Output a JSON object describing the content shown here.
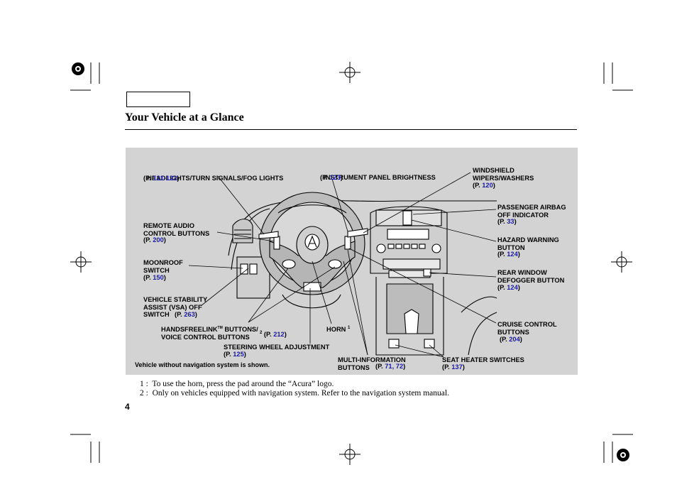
{
  "page": {
    "title": "Your Vehicle at a Glance",
    "page_number": "4"
  },
  "diagram": {
    "caption": "Vehicle without navigation system is shown.",
    "labels": {
      "headlights": {
        "text": "HEADLIGHTS/TURN SIGNALS/FOG LIGHTS",
        "page": "121-122"
      },
      "instrument_brightness": {
        "text": "INSTRUMENT PANEL BRIGHTNESS",
        "page": "123"
      },
      "windshield": {
        "line1": "WINDSHIELD",
        "line2": "WIPERS/WASHERS",
        "page": "120"
      },
      "passenger_airbag": {
        "line1": "PASSENGER AIRBAG",
        "line2": "OFF INDICATOR",
        "page": "33"
      },
      "remote_audio": {
        "line1": "REMOTE AUDIO",
        "line2": "CONTROL BUTTONS",
        "page": "200"
      },
      "hazard": {
        "line1": "HAZARD WARNING",
        "line2": "BUTTON",
        "page": "124"
      },
      "moonroof": {
        "line1": "MOONROOF",
        "line2": "SWITCH",
        "page": "150"
      },
      "rear_defogger": {
        "line1": "REAR WINDOW",
        "line2": "DEFOGGER BUTTON",
        "page": "124"
      },
      "vsa": {
        "line1": "VEHICLE STABILITY",
        "line2": "ASSIST (VSA) OFF",
        "line3": "SWITCH",
        "page": "263"
      },
      "handsfreelink": {
        "line1a": "HANDSFREELINK",
        "tm": "TM",
        "line1b": " BUTTONS/",
        "line2": "VOICE CONTROL BUTTONS",
        "sup": "2",
        "page": "212"
      },
      "horn": {
        "text": "HORN",
        "sup": "1"
      },
      "cruise": {
        "line1": "CRUISE CONTROL",
        "line2": "BUTTONS",
        "page": "204"
      },
      "steering_adj": {
        "text": "STEERING WHEEL ADJUSTMENT",
        "page": "125"
      },
      "multi_info": {
        "line1": "MULTI-INFORMATION",
        "line2": "BUTTONS",
        "page": "71, 72"
      },
      "seat_heater": {
        "text": "SEAT HEATER SWITCHES",
        "page": "137"
      }
    }
  },
  "footnotes": [
    {
      "marker": "1 :",
      "text": "To use the horn, press the pad around the “Acura” logo."
    },
    {
      "marker": "2 :",
      "text": "Only on vehicles equipped with navigation system. Refer to the navigation system manual."
    }
  ],
  "colors": {
    "page_ref": "#1a1aa8",
    "panel": "#d3d3d3"
  }
}
